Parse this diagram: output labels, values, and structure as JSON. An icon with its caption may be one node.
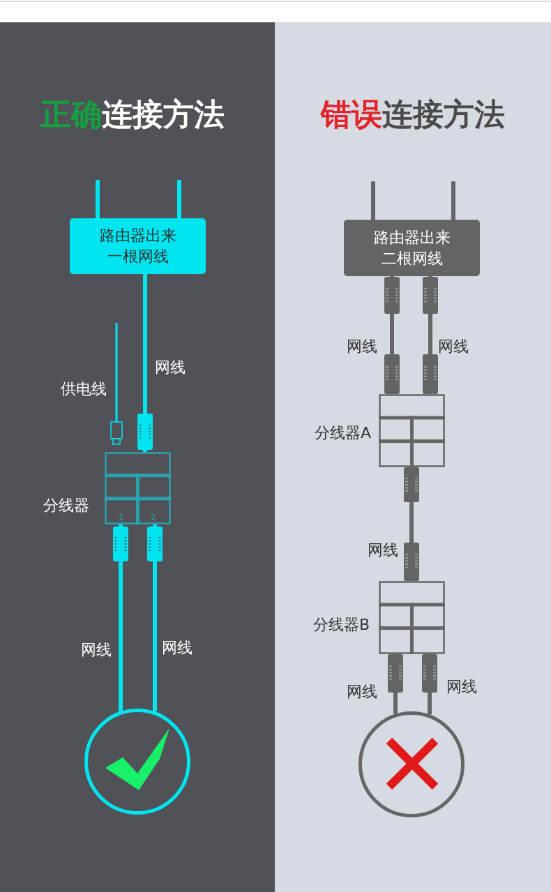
{
  "diagram": {
    "nodes": [
      {
        "text": [
          "正确",
          "连接方法"
        ]
      },
      {
        "text": [
          "路由器出来一根网线"
        ],
        "in": 0
      },
      {
        "text": [],
        "shape": "box",
        "in": 0,
        "beside": [
          "分线器"
        ]
      },
      {
        "text": [],
        "shape": "circle",
        "in": 0
      },
      {
        "text": [
          "错误",
          "连接方法"
        ]
      },
      {
        "text": [
          "路由器出来二根网线"
        ],
        "in": 4
      },
      {
        "text": [],
        "shape": "box",
        "in": 4,
        "beside": [
          "分线器A"
        ]
      },
      {
        "text": [],
        "shape": "box",
        "in": 4,
        "beside": [
          "分线器B"
        ]
      },
      {
        "text": [],
        "shape": "circle",
        "in": 4
      }
    ],
    "edges": [
      {
        "from": 1,
        "to": 2,
        "arrow": "none",
        "label": "网线",
        "color": "#00e5f0"
      },
      {
        "from": 2,
        "to": 3,
        "arrow": "none",
        "label": "网线",
        "color": "#00e5f0"
      },
      {
        "from": 2,
        "to": 3,
        "arrow": "none",
        "label": "网线",
        "color": "#00e5f0"
      },
      {
        "from": 5,
        "to": 6,
        "arrow": "none",
        "label": "网线"
      },
      {
        "from": 5,
        "to": 6,
        "arrow": "none",
        "label": "网线"
      },
      {
        "from": 6,
        "to": 7,
        "arrow": "none",
        "label": "网线"
      },
      {
        "from": 7,
        "to": 8,
        "arrow": "none",
        "label": "网线"
      },
      {
        "from": 7,
        "to": 8,
        "arrow": "none",
        "label": "网线"
      }
    ],
    "labels": [
      "供电线",
      "1",
      "2"
    ]
  }
}
